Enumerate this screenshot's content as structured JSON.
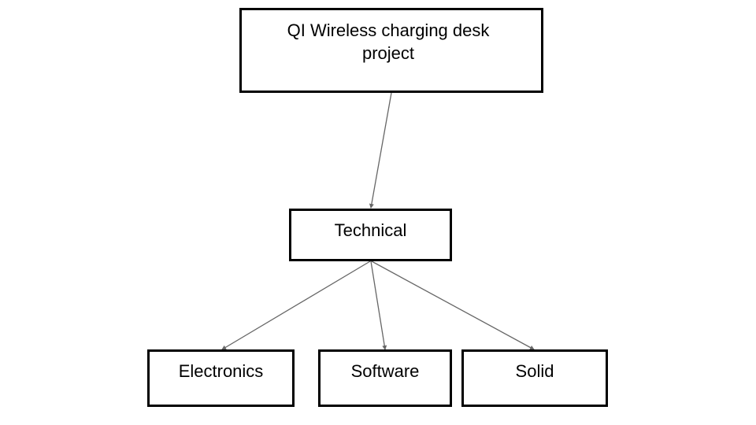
{
  "diagram": {
    "root": {
      "label": "QI Wireless charging desk project"
    },
    "technical": {
      "label": "Technical"
    },
    "leaves": [
      {
        "label": "Electronics"
      },
      {
        "label": "Software"
      },
      {
        "label": "Solid"
      }
    ],
    "colors": {
      "box_border": "#000000",
      "edge": "#666666",
      "background": "#ffffff"
    }
  }
}
